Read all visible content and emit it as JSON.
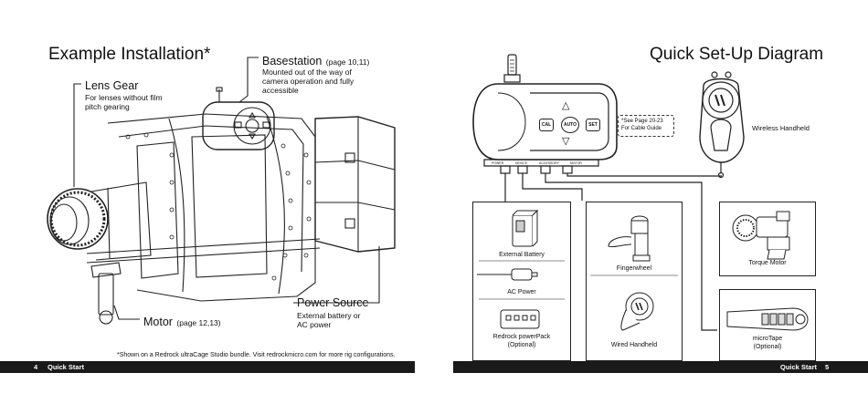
{
  "left_page": {
    "title": "Example Installation*",
    "lens_gear": {
      "title": "Lens Gear",
      "desc_line1": "For lenses without film",
      "desc_line2": "pitch gearing"
    },
    "basestation": {
      "title": "Basestation",
      "page_ref": "(page 10,11)",
      "desc_line1": "Mounted out of the way of",
      "desc_line2": "camera operation and fully",
      "desc_line3": "accessible"
    },
    "power_source": {
      "title": "Power Source",
      "desc_line1": "External battery or",
      "desc_line2": "AC power"
    },
    "motor": {
      "title": "Motor",
      "page_ref": "(page 12,13)"
    },
    "footnote": "*Shown on a Redrock ultraCage Studio bundle. Visit redrockmicro.com for more rig configurations.",
    "footer": {
      "page_number": "4",
      "section": "Quick Start"
    }
  },
  "right_page": {
    "title": "Quick Set-Up Diagram",
    "basestation_buttons": {
      "cal": "CAL",
      "auto": "AUTO",
      "set": "SET"
    },
    "port_labels": [
      "POWER",
      "DEVICE",
      "ACCESSORY",
      "MOTOR"
    ],
    "cable_note_line1": "*See Page 20-23",
    "cable_note_line2": "For Cable Guide",
    "wireless_handheld": "Wireless Handheld",
    "external_battery": "External Battery",
    "ac_power": "AC Power",
    "powerpack_line1": "Redrock powerPack",
    "powerpack_line2": "(Optional)",
    "fingerwheel": "Fingerwheel",
    "wired_handheld": "Wired Handheld",
    "torque_motor": "Torque Motor",
    "microtape_line1": "microTape",
    "microtape_line2": "(Optional)",
    "footer": {
      "section": "Quick Start",
      "page_number": "5"
    }
  }
}
